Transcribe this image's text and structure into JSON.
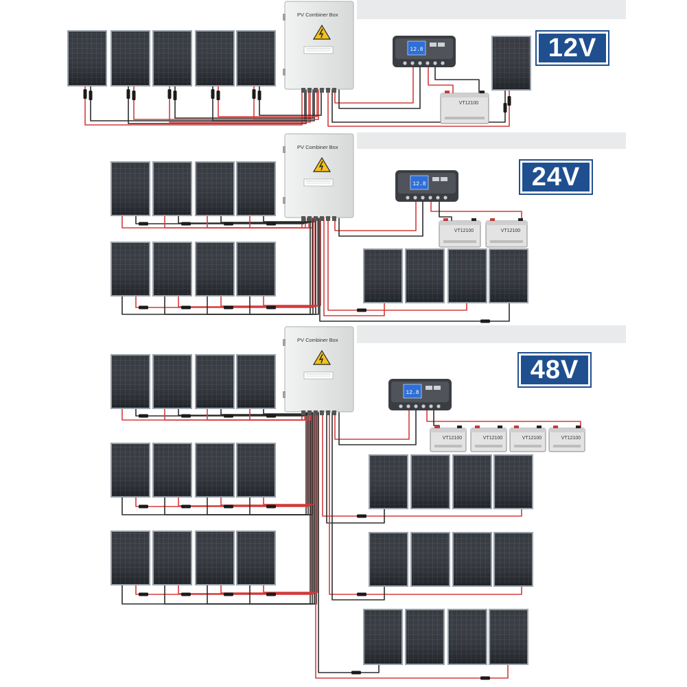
{
  "badges": [
    {
      "id": "12v",
      "label": "12V"
    },
    {
      "id": "24v",
      "label": "24V"
    },
    {
      "id": "48v",
      "label": "48V"
    }
  ],
  "combiner_box": {
    "title": "PV Combiner Box"
  },
  "charge_controller": {
    "display": "12.8"
  },
  "battery": {
    "label": "VT12100"
  },
  "colors": {
    "badge": "#1f4f8f",
    "panel_frame": "#9aa2aa",
    "panel_cell": "#2b2f36",
    "box": "#e6e7e7",
    "wire_positive": "#d43b3b",
    "wire_negative": "#2b2b2b",
    "controller_body": "#3a3d42",
    "controller_screen": "#2f6fd6",
    "battery": "#e3e3e3"
  },
  "icons": {
    "warning": "high-voltage-warning-icon"
  }
}
